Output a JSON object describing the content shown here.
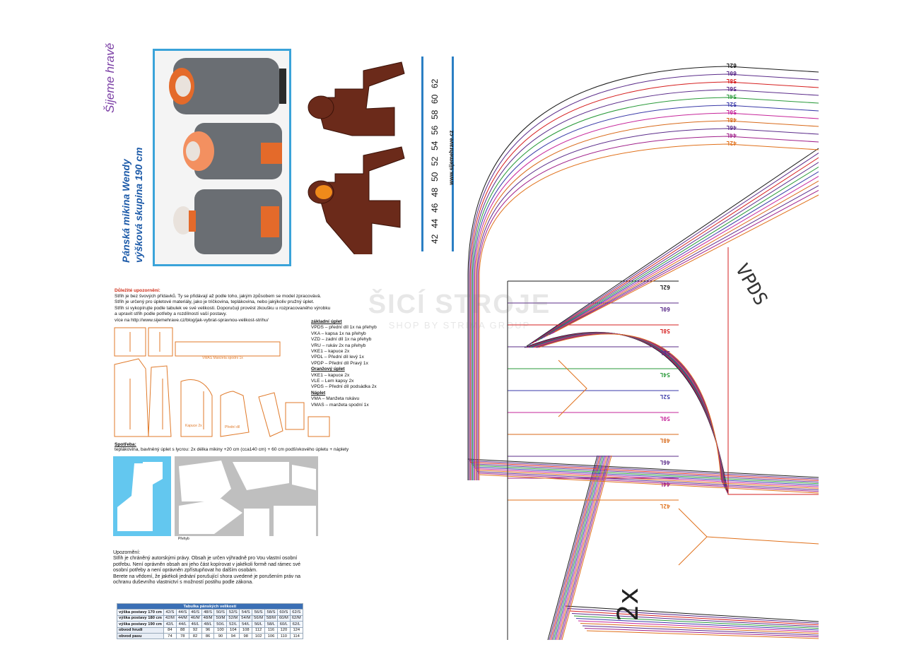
{
  "header": {
    "brand": "Šijeme hravě",
    "title_line1": "Pánská mikina Wendy",
    "title_line2": "výšková skupina 190 cm",
    "website": "www.sijemehrave.cz"
  },
  "sizes_strip": [
    "42",
    "44",
    "46",
    "48",
    "50",
    "52",
    "54",
    "56",
    "58",
    "60",
    "62"
  ],
  "notice": {
    "title": "Důležité upozornění:",
    "lines": [
      "Střih je bez švových přídavků. Ty se přidávají až podle toho, jakým způsobem se model zpracovává.",
      "Střih je určený pro úpletové materiály, jako je tričkovina, teplákovina, nebo jakýkoliv pružný úplet.",
      "Střih si vykopírujte podle tabulek ve své velikosti. Doporučuji provést zkoušku u rozpracovaného výrobku",
      "a upravit střih podle potřeby a rozdílností vaší postavy.",
      "více na http://www.sijemehrave.cz/blog/jak-vybrat-spravnou-velikost-strihu/"
    ]
  },
  "parts": {
    "group1_title": "základní úplet",
    "group1": [
      "VPDS – přední díl 1x na přehyb",
      "VKA – kapsa 1x na přehyb",
      "VZD – zadní díl 1x na přehyb",
      "VRU – rukáv 2x na přehyb",
      "VKE1 – kapuce 2x",
      "VPDL – Přední díl levý 1x",
      "VPDP – Přední díl Pravý 1x"
    ],
    "group2_title": "Oranžový úplet",
    "group2": [
      "VKE1 – kapuce 2x",
      "VLE – Lem kapsy 2x",
      "VPDS – Přední díl podsádka 2x"
    ],
    "group3_title": "Náplet",
    "group3": [
      "VMA – Manžeta rukávu",
      "VMAS – manžeta spodní 1x"
    ]
  },
  "pieces_labels": {
    "cuff": "VMAS  Manžeta spodní 1x",
    "hood": "Kapuce 2x",
    "front": "Přední díl"
  },
  "consumption": {
    "title": "Spotřeba:",
    "text": "teplákovina, bavlněný úplet s lycrou: 2x délka mikiny +20 cm (cca140 cm) + 60 cm podšívkového úpletu + náplety"
  },
  "layout_caption": "Přehyb",
  "warning": {
    "title": "Upozornění:",
    "lines": [
      "Střih je chráněný autorskými právy.  Obsah je určen výhradně pro Vou vlastní osobní",
      "potřebu. Není oprávněn  obsah ani jeho část kopírovat v jakékoli formě nad rámec své",
      "osobní potřeby a není oprávněn zpřístupňovat ho dalším osobám.",
      "Berete na vědomí, že jakékoli jednání porušující shora uvedené je porušením práv na",
      "ochranu duševního vlastnictví s možností postihu podle zákona."
    ]
  },
  "size_table": {
    "caption": "Tabulka pánských  velikostí",
    "rows": [
      {
        "label": "výška postavy 170 cm",
        "cells": [
          "42/S",
          "44/S",
          "46/S",
          "48/S",
          "50/S",
          "52/S",
          "54/S",
          "56/S",
          "58/S",
          "60/S",
          "62/S"
        ]
      },
      {
        "label": "výška postavy 180 cm",
        "cells": [
          "42/M",
          "44/M",
          "46/M",
          "48/M",
          "50/M",
          "52/M",
          "54/M",
          "56/M",
          "58/M",
          "60/M",
          "62/M"
        ]
      },
      {
        "label": "výška postavy 190 cm",
        "cells": [
          "42/L",
          "44/L",
          "46/L",
          "48/L",
          "50/L",
          "52/L",
          "54/L",
          "56/L",
          "58/L",
          "60/L",
          "62/L"
        ]
      },
      {
        "label": "obvod hrudi",
        "cells": [
          "84",
          "88",
          "92",
          "96",
          "100",
          "104",
          "108",
          "112",
          "116",
          "120",
          "124"
        ]
      },
      {
        "label": "obvod pasu",
        "cells": [
          "74",
          "78",
          "82",
          "86",
          "90",
          "94",
          "98",
          "102",
          "106",
          "110",
          "114"
        ]
      }
    ]
  },
  "pattern_labels": [
    "62L",
    "60L",
    "58L",
    "56L",
    "54L",
    "52L",
    "50L",
    "48L",
    "46L",
    "44L",
    "42L"
  ],
  "pattern_text": {
    "count": "2x",
    "piece": "VPDS"
  },
  "pattern_colors": [
    "#1a1a1a",
    "#5b2c8a",
    "#d62020",
    "#5b2c8a",
    "#2a9a3a",
    "#3a3aa8",
    "#c6259a",
    "#d86a1a",
    "#5b2c8a",
    "#a0208a",
    "#e0701a"
  ],
  "watermark": {
    "brand": "ŠICÍ STROJE",
    "sub": "SHOP BY STRIMA GROUP"
  }
}
